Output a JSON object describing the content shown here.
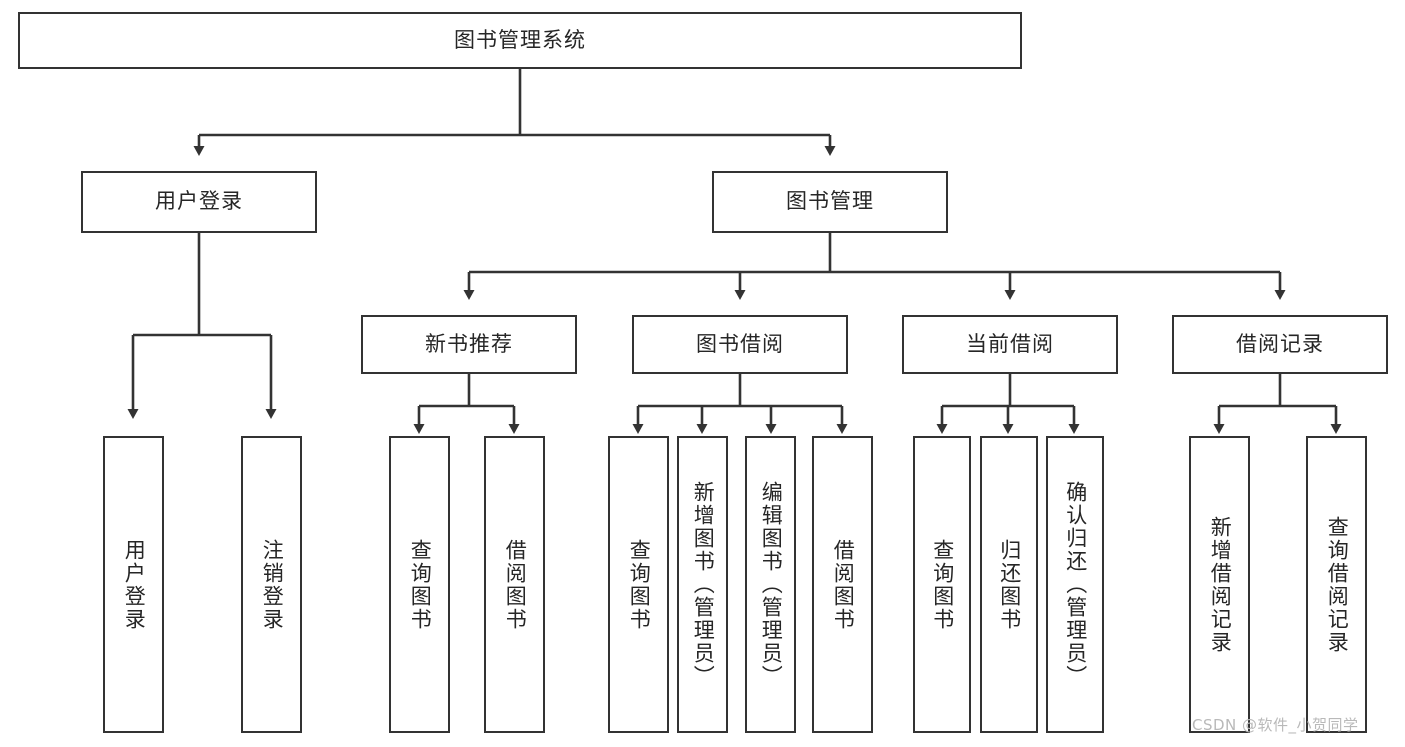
{
  "diagram": {
    "type": "tree-hierarchy",
    "title": "图书管理系统",
    "watermark": "CSDN @软件_小贺同学",
    "colors": {
      "box_border": "#333333",
      "box_fill": "#ffffff",
      "connector": "#333333",
      "text": "#262626",
      "watermark": "#b9b9b9",
      "background": "#ffffff"
    },
    "nodes": {
      "root": {
        "label": "图书管理系统",
        "orientation": "horizontal",
        "level": 1
      },
      "user_login": {
        "label": "用户登录",
        "orientation": "horizontal",
        "level": 2
      },
      "book_manage": {
        "label": "图书管理",
        "orientation": "horizontal",
        "level": 2
      },
      "new_book_rec": {
        "label": "新书推荐",
        "orientation": "horizontal",
        "level": 3
      },
      "book_borrow": {
        "label": "图书借阅",
        "orientation": "horizontal",
        "level": 3
      },
      "current_borrow": {
        "label": "当前借阅",
        "orientation": "horizontal",
        "level": 3
      },
      "borrow_record": {
        "label": "借阅记录",
        "orientation": "horizontal",
        "level": 3
      },
      "leaf_user_login": {
        "label": "用户登录",
        "orientation": "vertical",
        "level": 4
      },
      "leaf_logout": {
        "label": "注销登录",
        "orientation": "vertical",
        "level": 4
      },
      "leaf_query_book_1": {
        "label": "查询图书",
        "orientation": "vertical",
        "level": 4
      },
      "leaf_borrow_book_1": {
        "label": "借阅图书",
        "orientation": "vertical",
        "level": 4
      },
      "leaf_query_book_2": {
        "label": "查询图书",
        "orientation": "vertical",
        "level": 4
      },
      "leaf_add_book": {
        "label": "新增图书（管理员）",
        "orientation": "vertical",
        "level": 4
      },
      "leaf_edit_book": {
        "label": "编辑图书（管理员）",
        "orientation": "vertical",
        "level": 4
      },
      "leaf_borrow_book_2": {
        "label": "借阅图书",
        "orientation": "vertical",
        "level": 4
      },
      "leaf_query_book_3": {
        "label": "查询图书",
        "orientation": "vertical",
        "level": 4
      },
      "leaf_return_book": {
        "label": "归还图书",
        "orientation": "vertical",
        "level": 4
      },
      "leaf_confirm_return": {
        "label": "确认归还（管理员）",
        "orientation": "vertical",
        "level": 4
      },
      "leaf_add_record": {
        "label": "新增借阅记录",
        "orientation": "vertical",
        "level": 4
      },
      "leaf_query_record": {
        "label": "查询借阅记录",
        "orientation": "vertical",
        "level": 4
      }
    },
    "edges": [
      {
        "from": "root",
        "to": "user_login"
      },
      {
        "from": "root",
        "to": "book_manage"
      },
      {
        "from": "user_login",
        "to": "leaf_user_login"
      },
      {
        "from": "user_login",
        "to": "leaf_logout"
      },
      {
        "from": "book_manage",
        "to": "new_book_rec"
      },
      {
        "from": "book_manage",
        "to": "book_borrow"
      },
      {
        "from": "book_manage",
        "to": "current_borrow"
      },
      {
        "from": "book_manage",
        "to": "borrow_record"
      },
      {
        "from": "new_book_rec",
        "to": "leaf_query_book_1"
      },
      {
        "from": "new_book_rec",
        "to": "leaf_borrow_book_1"
      },
      {
        "from": "book_borrow",
        "to": "leaf_query_book_2"
      },
      {
        "from": "book_borrow",
        "to": "leaf_add_book"
      },
      {
        "from": "book_borrow",
        "to": "leaf_edit_book"
      },
      {
        "from": "book_borrow",
        "to": "leaf_borrow_book_2"
      },
      {
        "from": "current_borrow",
        "to": "leaf_query_book_3"
      },
      {
        "from": "current_borrow",
        "to": "leaf_return_book"
      },
      {
        "from": "current_borrow",
        "to": "leaf_confirm_return"
      },
      {
        "from": "borrow_record",
        "to": "leaf_add_record"
      },
      {
        "from": "borrow_record",
        "to": "leaf_query_record"
      }
    ]
  }
}
